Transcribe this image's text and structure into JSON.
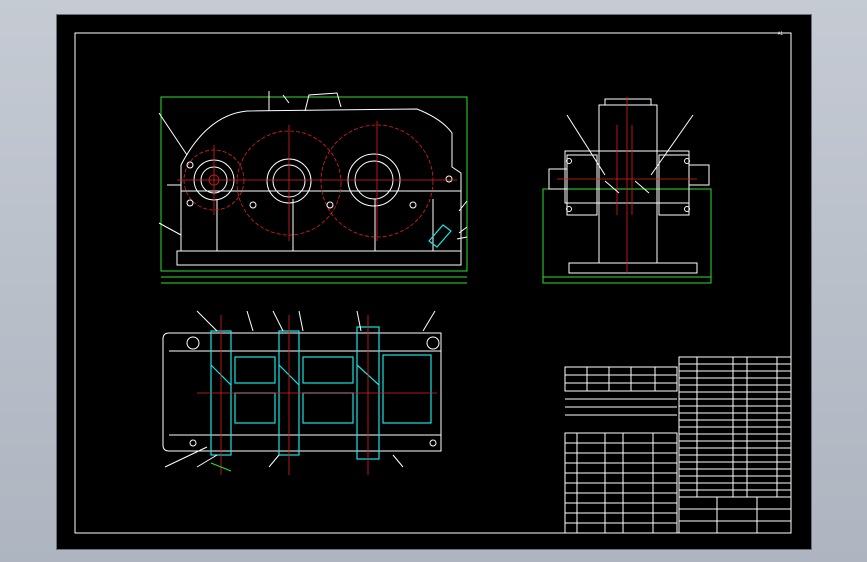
{
  "drawing": {
    "sheet_label": "A1",
    "colors": {
      "background": "#000000",
      "outline": "#ffffff",
      "dimension": "#2ee02e",
      "center_line": "#e02020",
      "hatch": "#19e3e3"
    }
  },
  "views": {
    "front": {
      "name": "front-view"
    },
    "side": {
      "name": "side-view"
    },
    "top": {
      "name": "top-view"
    }
  },
  "tables": {
    "parameters": {
      "rows": 4,
      "cols": 6
    },
    "parts_list": {
      "rows": 20,
      "cols": 6
    },
    "title_block": {
      "rows": 4,
      "cols": 6
    }
  }
}
